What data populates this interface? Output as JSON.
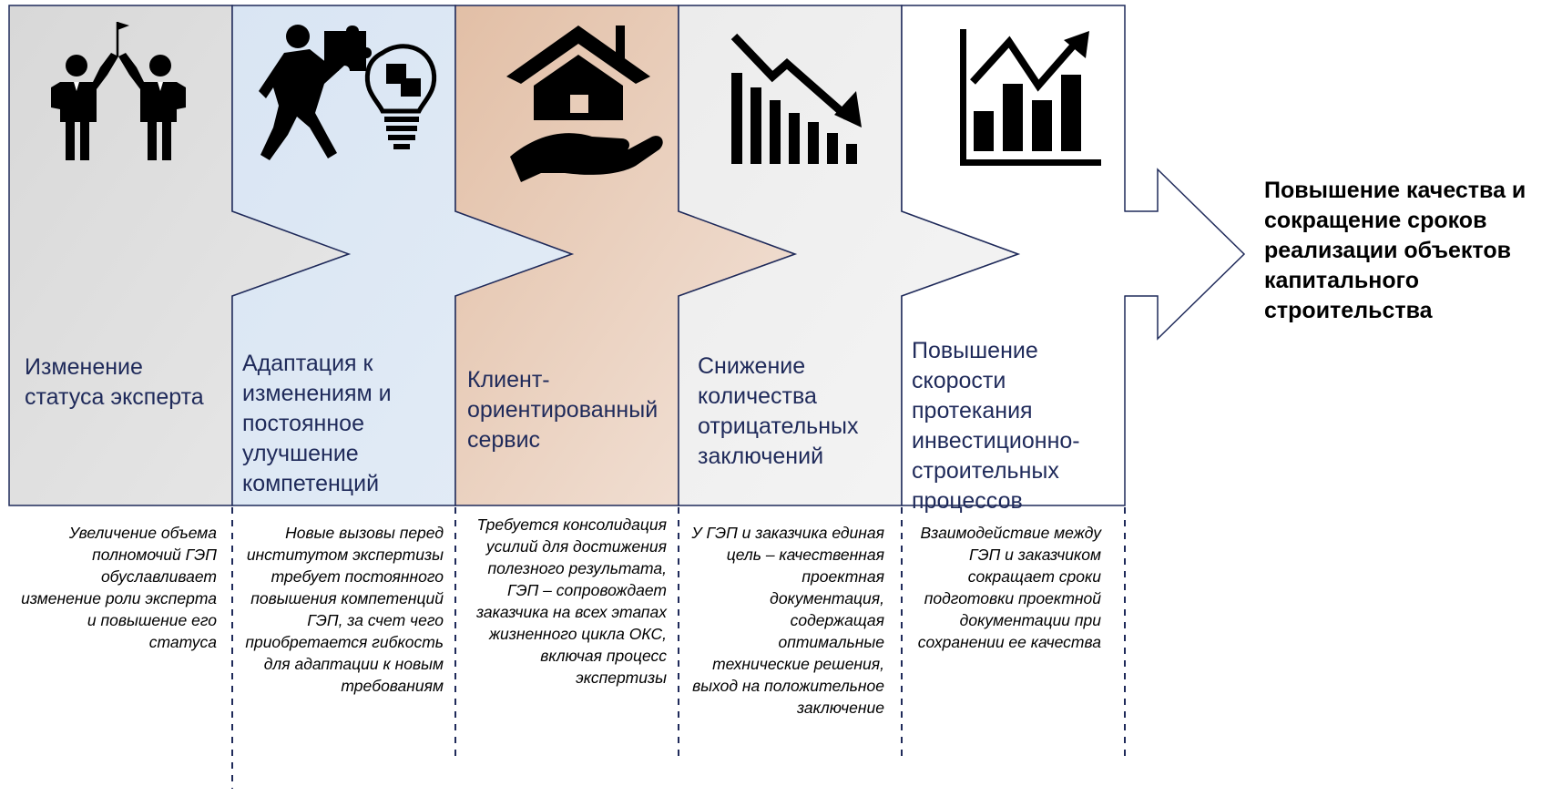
{
  "stages": [
    {
      "title": "Изменение статуса эксперта",
      "description": "Увеличение объема полномочий ГЭП обуславливает изменение роли эксперта и повышение его статуса",
      "icon": "handshake-people-icon",
      "fill": "#e3e3e3"
    },
    {
      "title": "Адаптация к изменениям и постоянное улучшение компетенций",
      "description": "Новые вызовы перед институтом экспертизы требует постоянного повышения компетенций ГЭП, за счет чего приобретается гибкость для адаптации к новым требованиям",
      "icon": "puzzle-lightbulb-icon",
      "fill": "#dde8f4"
    },
    {
      "title": "Клиент-ориентированный сервис",
      "description": "Требуется консолидация усилий для достижения полезного результата, ГЭП – сопровождает заказчика на всех этапах жизненного цикла ОКС, включая процесс экспертизы",
      "icon": "house-in-hand-icon",
      "fill": "#ebd3c2"
    },
    {
      "title": "Снижение количества отрицательных заключений",
      "description": "У ГЭП и заказчика единая цель – качественная проектная документация, содержащая оптимальные технические решения, выход на положительное заключение",
      "icon": "declining-chart-icon",
      "fill": "#efefef"
    },
    {
      "title": "Повышение скорости протекания инвестиционно-строительных процессов",
      "description": "Взаимодействие между ГЭП и заказчиком сокращает сроки подготовки проектной документации при сохранении ее качества",
      "icon": "growing-chart-icon",
      "fill": "#ffffff"
    }
  ],
  "result": "Повышение качества и сокращение сроков реализации объектов капитального строительства",
  "colors": {
    "border": "#1f2a5a",
    "title_text": "#1f2a5a"
  }
}
